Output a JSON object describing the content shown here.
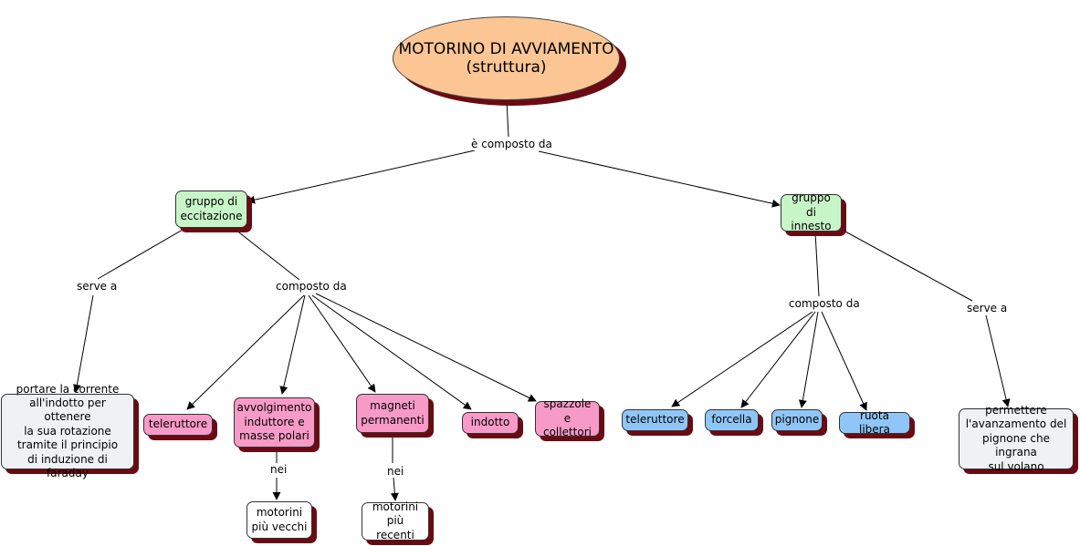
{
  "title": {
    "line1": "MOTORINO DI AVVIAMENTO",
    "line2": "(struttura)"
  },
  "links": {
    "composed": "è composto da",
    "serve_left": "serve a",
    "composto_left": "composto da",
    "composto_right": "composto da",
    "serve_right": "serve a",
    "nei_1": "nei",
    "nei_2": "nei"
  },
  "nodes": {
    "gruppo_eccitazione": "gruppo di\neccitazione",
    "gruppo_innesto": "gruppo di\ninnesto",
    "portare": "portare la corrente\nall'indotto per ottenere\nla sua rotazione\ntramite il principio\ndi induzione di faraday",
    "teleruttore_left": "teleruttore",
    "avvolgimento": "avvolgimento\ninduttore e\nmasse polari",
    "magneti": "magneti\npermanenti",
    "indotto": "indotto",
    "spazzole": "spazzole e\ncollettori",
    "motorini_vecchi": "motorini\npiù vecchi",
    "motorini_recenti": "motorini\npiù recenti",
    "teleruttore_right": "teleruttore",
    "forcella": "forcella",
    "pignone": "pignone",
    "ruota_libera": "ruota libera",
    "permettere": "permettere\nl'avanzamento del\npignone che ingrana\nsul volano"
  },
  "colors": {
    "title_fill": "#fbc693",
    "green": "#c8f5c8",
    "pink": "#f79ac8",
    "blue": "#8fc6f7",
    "shadow": "#6b0a12"
  }
}
